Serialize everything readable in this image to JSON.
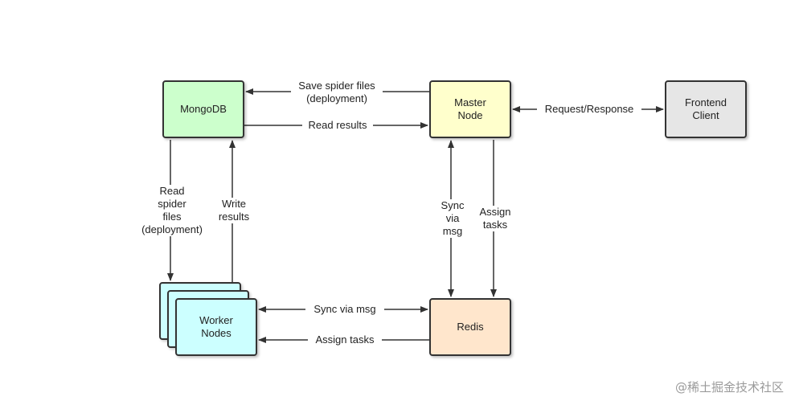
{
  "colors": {
    "mongodb": "#ccffcc",
    "master": "#ffffcc",
    "frontend": "#e6e6e6",
    "worker": "#ccffff",
    "redis": "#ffe6cc",
    "line": "#333333"
  },
  "nodes": {
    "mongodb": "MongoDB",
    "master": "Master\nNode",
    "frontend": "Frontend\nClient",
    "worker": "Worker\nNodes",
    "redis": "Redis"
  },
  "edges": {
    "save_spider_files": "Save spider files\n(deployment)",
    "read_results": "Read results",
    "request_response": "Request/Response",
    "read_spider_files": "Read\nspider\nfiles\n(deployment)",
    "write_results": "Write\nresults",
    "sync_master_redis": "Sync\nvia\nmsg",
    "assign_tasks_master_redis": "Assign\ntasks",
    "sync_worker_redis": "Sync via msg",
    "assign_tasks_redis_worker": "Assign tasks"
  },
  "watermark": "@稀土掘金技术社区"
}
